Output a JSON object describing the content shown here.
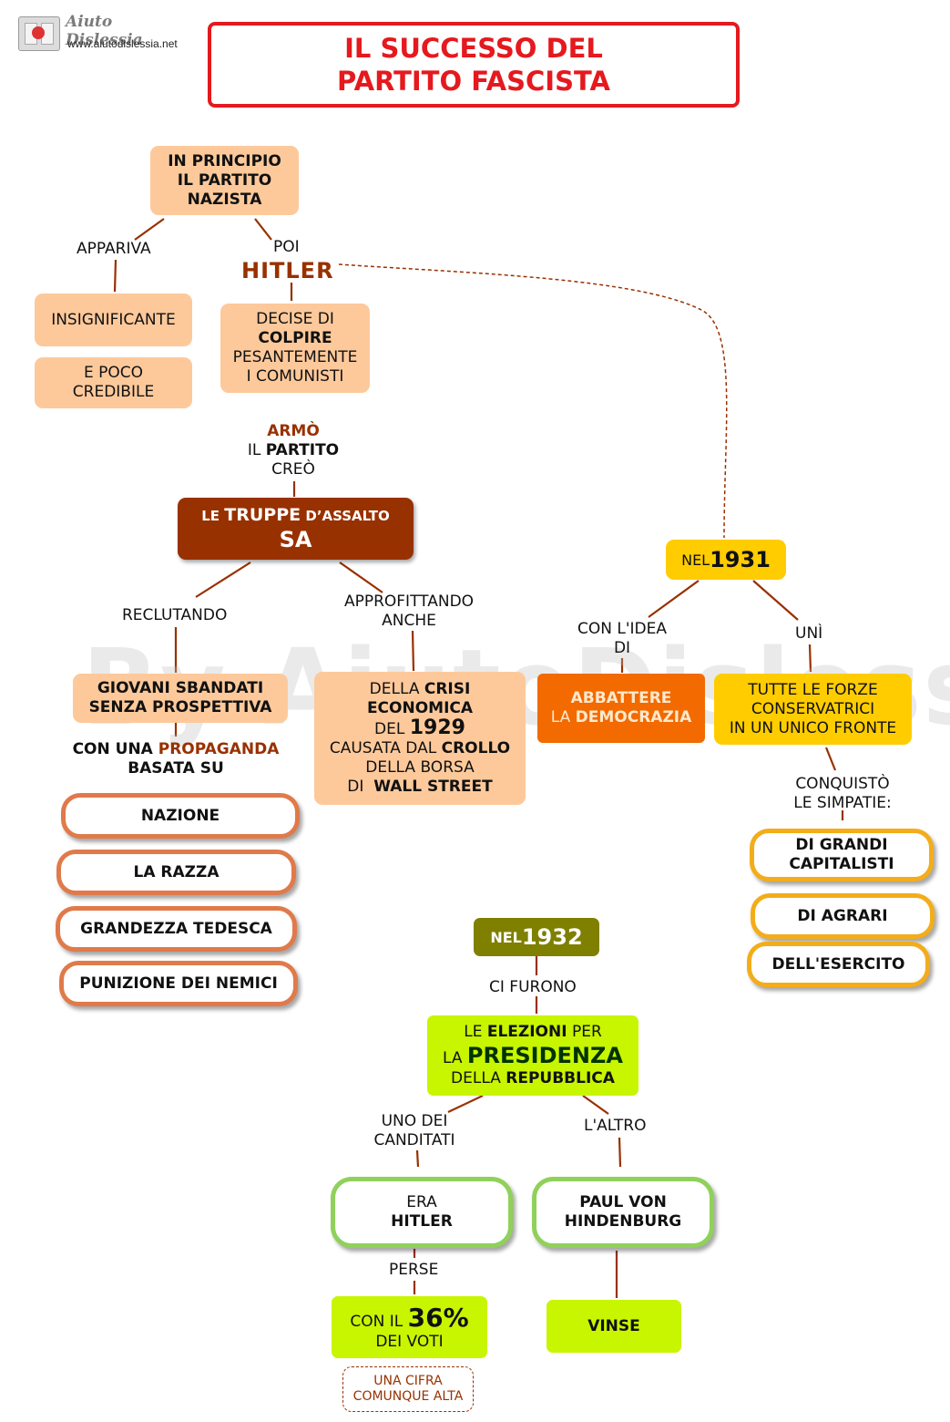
{
  "logo": {
    "name": "Aiuto Dislessia",
    "url": "www.aiutodislessia.net"
  },
  "title": {
    "line1": "IL SUCCESSO DEL",
    "line2": "PARTITO FASCISTA"
  },
  "watermark": "By AiutoDislessia.net",
  "colors": {
    "title_border": "#e5191e",
    "brown": "#983100",
    "peach": "#fdc99b",
    "yellow": "#ffcc00",
    "orange": "#f26a00",
    "olive": "#7f7f00",
    "lime": "#c8f500"
  },
  "nodes": {
    "principio": {
      "l1": "IN PRINCIPIO",
      "l2": "IL PARTITO",
      "l3": "NAZISTA"
    },
    "apparivа": "APPARIVA",
    "poi": "POI",
    "hitler": "HITLER",
    "insignificante": "INSIGNIFICANTE",
    "credibile": {
      "l1": "E POCO",
      "l2": "CREDIBILE"
    },
    "decise": {
      "l1": "DECISE DI",
      "l2": "COLPIRE",
      "l3": "PESANTEMENTE",
      "l4": "I COMUNISTI"
    },
    "armo": {
      "l1": "ARMÒ",
      "l2a": "IL ",
      "l2b": "PARTITO",
      "l3": "CREÒ"
    },
    "truppe": {
      "l1a": "LE ",
      "l1b": "TRUPPE",
      "l1c": " D’ASSALTO",
      "l2": "SA"
    },
    "reclutando": "RECLUTANDO",
    "approfittando": {
      "l1": "APPROFITTANDO",
      "l2": "ANCHE"
    },
    "giovani": {
      "l1": "GIOVANI SBANDATI",
      "l2": "SENZA PROSPETTIVA"
    },
    "propaganda": {
      "l1a": "CON UNA ",
      "l1b": "PROPAGANDA",
      "l2": "BASATA SU"
    },
    "crisi": {
      "l1a": "DELLA ",
      "l1b": "CRISI",
      "l2": "ECONOMICA",
      "l3a": "DEL ",
      "l3b": "1929",
      "l4a": "CAUSATA DAL ",
      "l4b": "CROLLO",
      "l5": "DELLA BORSA",
      "l6a": "DI  ",
      "l6b": "WALL STREET"
    },
    "items_left": [
      "NAZIONE",
      "LA RAZZA",
      "GRANDEZZA TEDESCA",
      "PUNIZIONE DEI NEMICI"
    ],
    "nel1931": {
      "a": "NEL ",
      "b": "1931"
    },
    "con_idea": {
      "l1": "CON L'IDEA",
      "l2": "DI"
    },
    "uni": "UNÌ",
    "abbattere": {
      "l1": "ABBATTERE",
      "l2a": "LA ",
      "l2b": "DEMOCRAZIA"
    },
    "forze": {
      "l1": "TUTTE LE FORZE",
      "l2": "CONSERVATRICI",
      "l3": "IN UN UNICO FRONTE"
    },
    "conquisto": {
      "l1": "CONQUISTÒ",
      "l2": "LE SIMPATIE:"
    },
    "items_right": [
      {
        "l1": "DI GRANDI",
        "l2": "CAPITALISTI"
      },
      {
        "l1": "DI AGRARI"
      },
      {
        "l1": "DELL'ESERCITO"
      }
    ],
    "nel1932": {
      "a": "NEL ",
      "b": "1932"
    },
    "ci_furono": "CI FURONO",
    "elezioni": {
      "l1a": "LE ",
      "l1b": "ELEZIONI",
      "l1c": " PER",
      "l2a": "LA ",
      "l2b": "PRESIDENZA",
      "l3a": "DELLA ",
      "l3b": "REPUBBLICA"
    },
    "uno_dei": {
      "l1": "UNO DEI",
      "l2": "CANDITATI"
    },
    "altro": "L'ALTRO",
    "era_hitler": {
      "l1": "ERA",
      "l2": "HITLER"
    },
    "hindenburg": {
      "l1": "PAUL VON",
      "l2": "HINDENBURG"
    },
    "perse": "PERSE",
    "percent": {
      "a": "CON IL ",
      "b": "36%",
      "l2": "DEI VOTI"
    },
    "vinse": "VINSE",
    "cifra": {
      "l1": "UNA CIFRA",
      "l2": "COMUNQUE ALTA"
    }
  }
}
